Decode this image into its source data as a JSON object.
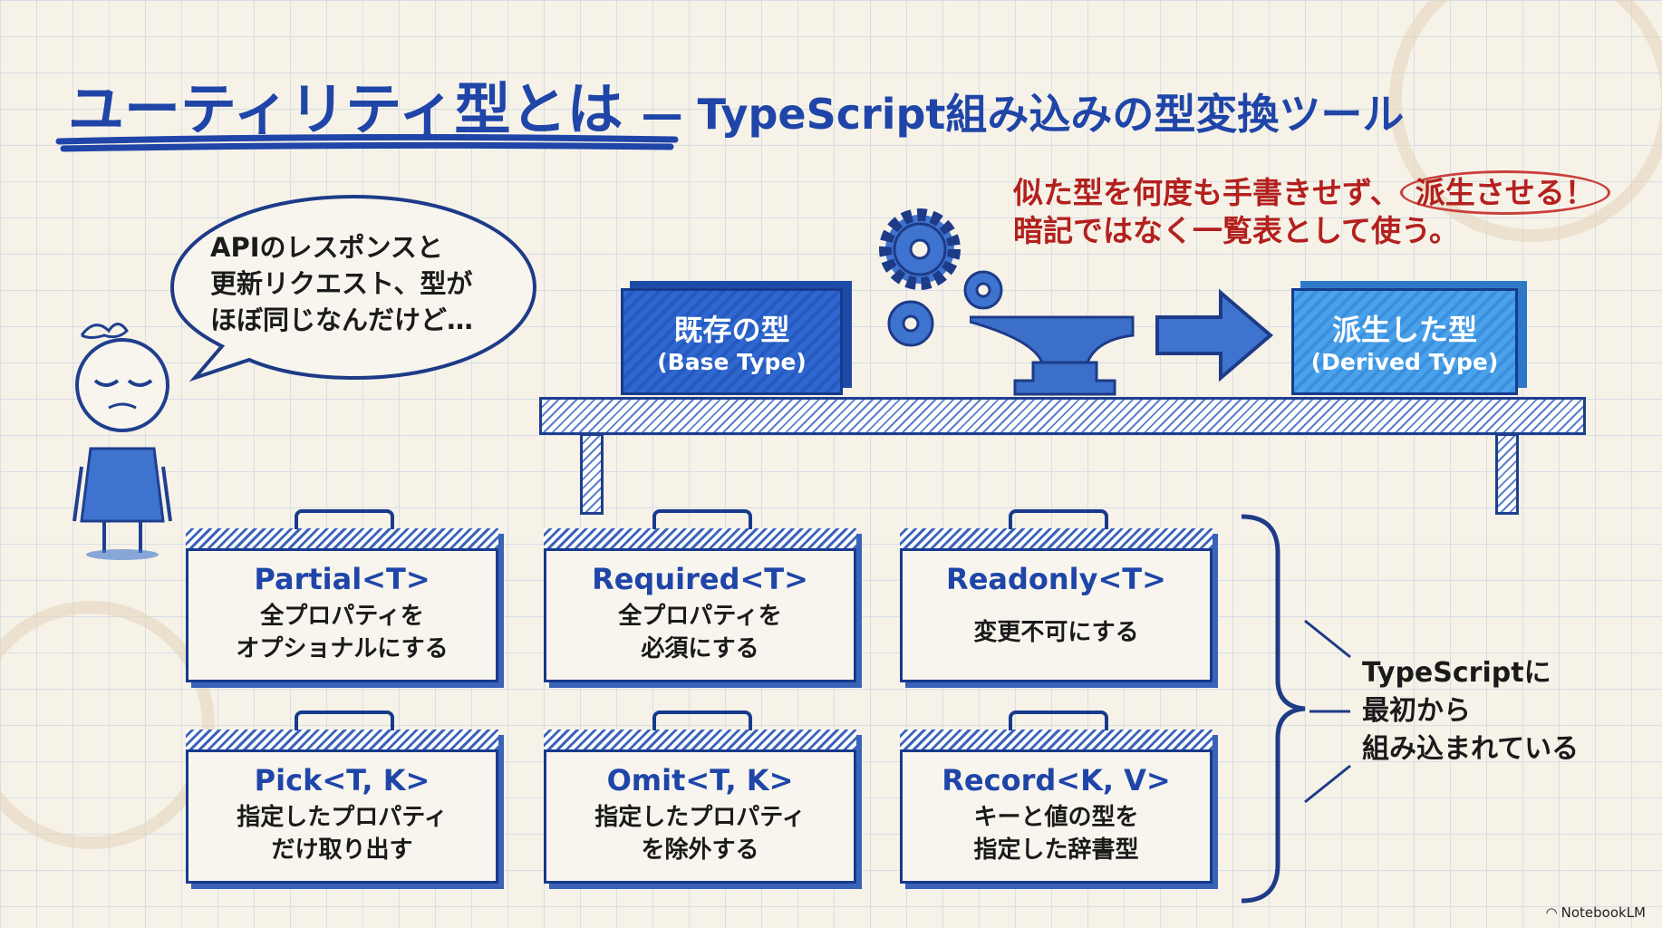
{
  "title": {
    "main": "ユーティリティ型とは",
    "sub": "— TypeScript組み込みの型変換ツール"
  },
  "speech_bubble": {
    "lines": [
      "APIのレスポンスと",
      "更新リクエスト、型が",
      "ほぼ同じなんだけど…"
    ]
  },
  "callout": {
    "line1_prefix": "似た型を何度も手書きせず、",
    "line1_highlight": "派生させる！",
    "line2": "暗記ではなく一覧表として使う。"
  },
  "base_box": {
    "label": "既存の型",
    "sub": "(Base Type)"
  },
  "derived_box": {
    "label": "派生した型",
    "sub": "(Derived Type)"
  },
  "cards": [
    {
      "name": "Partial<T>",
      "desc": [
        "全プロパティを",
        "オプショナルにする"
      ]
    },
    {
      "name": "Required<T>",
      "desc": [
        "全プロパティを",
        "必須にする"
      ]
    },
    {
      "name": "Readonly<T>",
      "desc": [
        "変更不可にする"
      ]
    },
    {
      "name": "Pick<T, K>",
      "desc": [
        "指定したプロパティ",
        "だけ取り出す"
      ]
    },
    {
      "name": "Omit<T, K>",
      "desc": [
        "指定したプロパティ",
        "を除外する"
      ]
    },
    {
      "name": "Record<K, V>",
      "desc": [
        "キーと値の型を",
        "指定した辞書型"
      ]
    }
  ],
  "brace_note": {
    "lines": [
      "TypeScriptに",
      "最初から",
      "組み込まれている"
    ]
  },
  "watermark": "NotebookLM",
  "colors": {
    "blue": "#1f45a8",
    "red": "#b3201d",
    "paper": "#f6f2e8"
  }
}
